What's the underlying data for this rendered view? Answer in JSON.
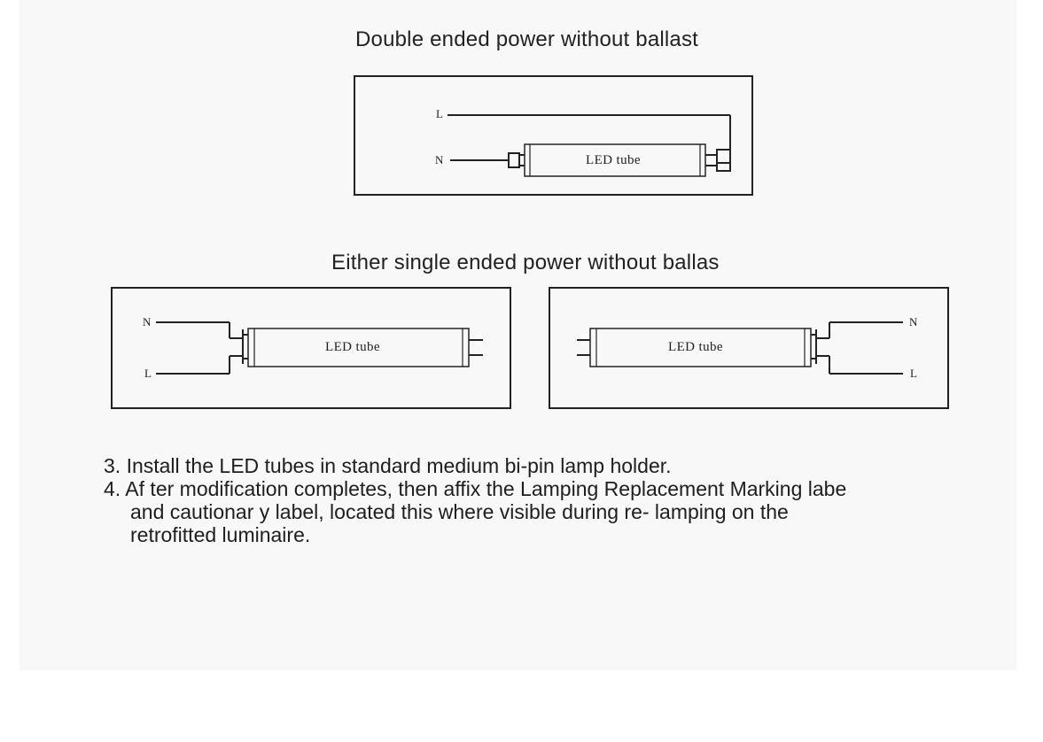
{
  "diagram1": {
    "title": "Double ended power without ballast",
    "label_L": "L",
    "label_N": "N",
    "tube_label": "LED tube"
  },
  "diagram2": {
    "title": "Either single ended power without ballas",
    "left": {
      "label_N": "N",
      "label_L": "L",
      "tube_label": "LED tube"
    },
    "right": {
      "label_N": "N",
      "label_L": "L",
      "tube_label": "LED tube"
    }
  },
  "instructions": {
    "line1": "3. Install the LED tubes in standard medium bi-pin lamp holder.",
    "line2": "4. Af ter modification completes, then affix the Lamping Replacement Marking labe",
    "line3": "and cautionar y label, located this where visible during re- lamping on the",
    "line4": "retrofitted luminaire."
  }
}
